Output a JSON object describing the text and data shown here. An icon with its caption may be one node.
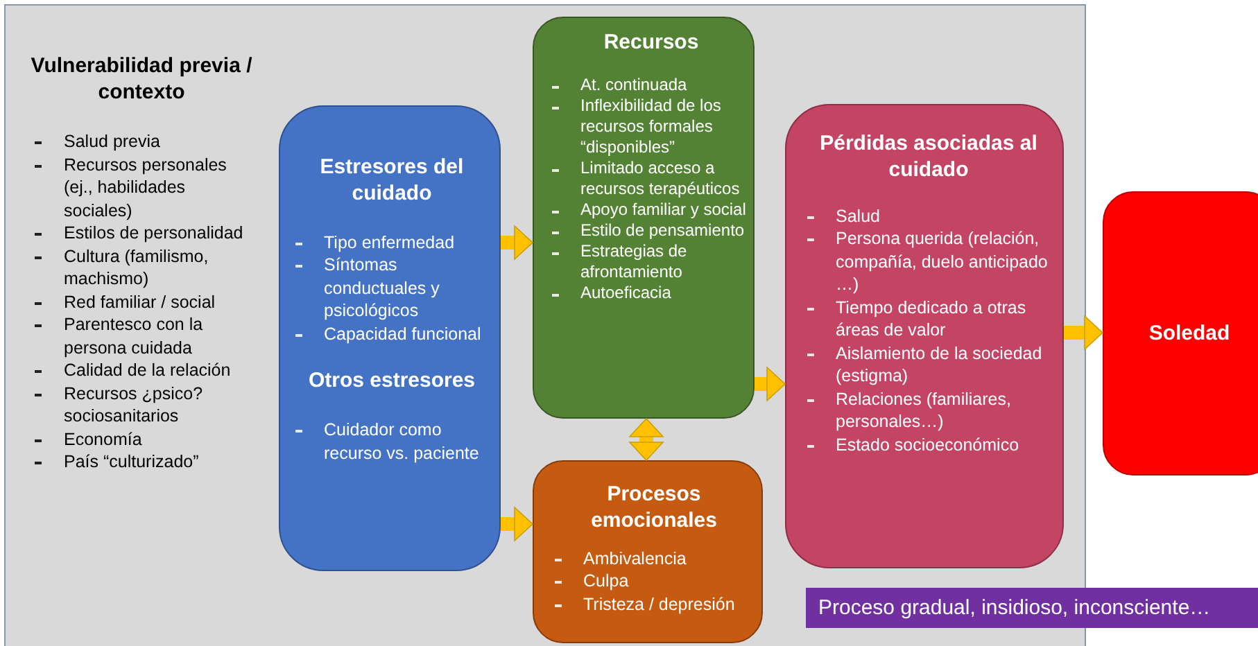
{
  "diagram": {
    "nodes": [
      {
        "text": [
          "Vulnerabilidad previa / contexto",
          "Salud previa",
          "Recursos personales (ej., habilidades sociales)",
          "Estilos de personalidad",
          "Cultura (familismo, machismo)",
          "Red familiar / social",
          "Parentesco con la persona cuidada",
          "Calidad de la relación",
          "Recursos ¿psico? sociosanitarios",
          "Economía",
          "País “culturizado”"
        ]
      },
      {
        "text": [
          "Estresores del cuidado",
          "Tipo enfermedad",
          "Síntomas conductuales y psicológicos",
          "Capacidad funcional",
          "Otros estresores",
          "Cuidador como recurso vs. paciente"
        ],
        "in": 0
      },
      {
        "text": [
          "Recursos",
          "At. continuada",
          "Inflexibilidad de los recursos formales “disponibles”",
          "Limitado acceso a recursos terapéuticos",
          "Apoyo familiar y social",
          "Estilo de pensamiento",
          "Estrategias de afrontamiento",
          "Autoeficacia"
        ],
        "in": 0
      },
      {
        "text": [
          "Procesos emocionales",
          "Ambivalencia",
          "Culpa",
          "Tristeza / depresión"
        ],
        "in": 0
      },
      {
        "text": [
          "Pérdidas asociadas al cuidado",
          "Salud",
          "Persona querida (relación, compañía, duelo anticipado …)",
          "Tiempo dedicado a otras áreas de valor",
          "Aislamiento de la sociedad (estigma)",
          "Relaciones (familiares, personales…)",
          "Estado socioeconómico"
        ],
        "in": 0
      },
      {
        "text": [
          "Soledad"
        ]
      },
      {
        "text": [
          "Proceso gradual, insidioso, inconsciente…"
        ]
      }
    ],
    "edges": [
      {
        "from": 1,
        "to": 2,
        "arrow": "to"
      },
      {
        "from": 1,
        "to": 3,
        "arrow": "to"
      },
      {
        "from": 2,
        "to": 3,
        "arrow": "both"
      },
      {
        "from": 2,
        "to": 4,
        "arrow": "to"
      },
      {
        "from": 4,
        "to": 5,
        "arrow": "to"
      }
    ]
  }
}
